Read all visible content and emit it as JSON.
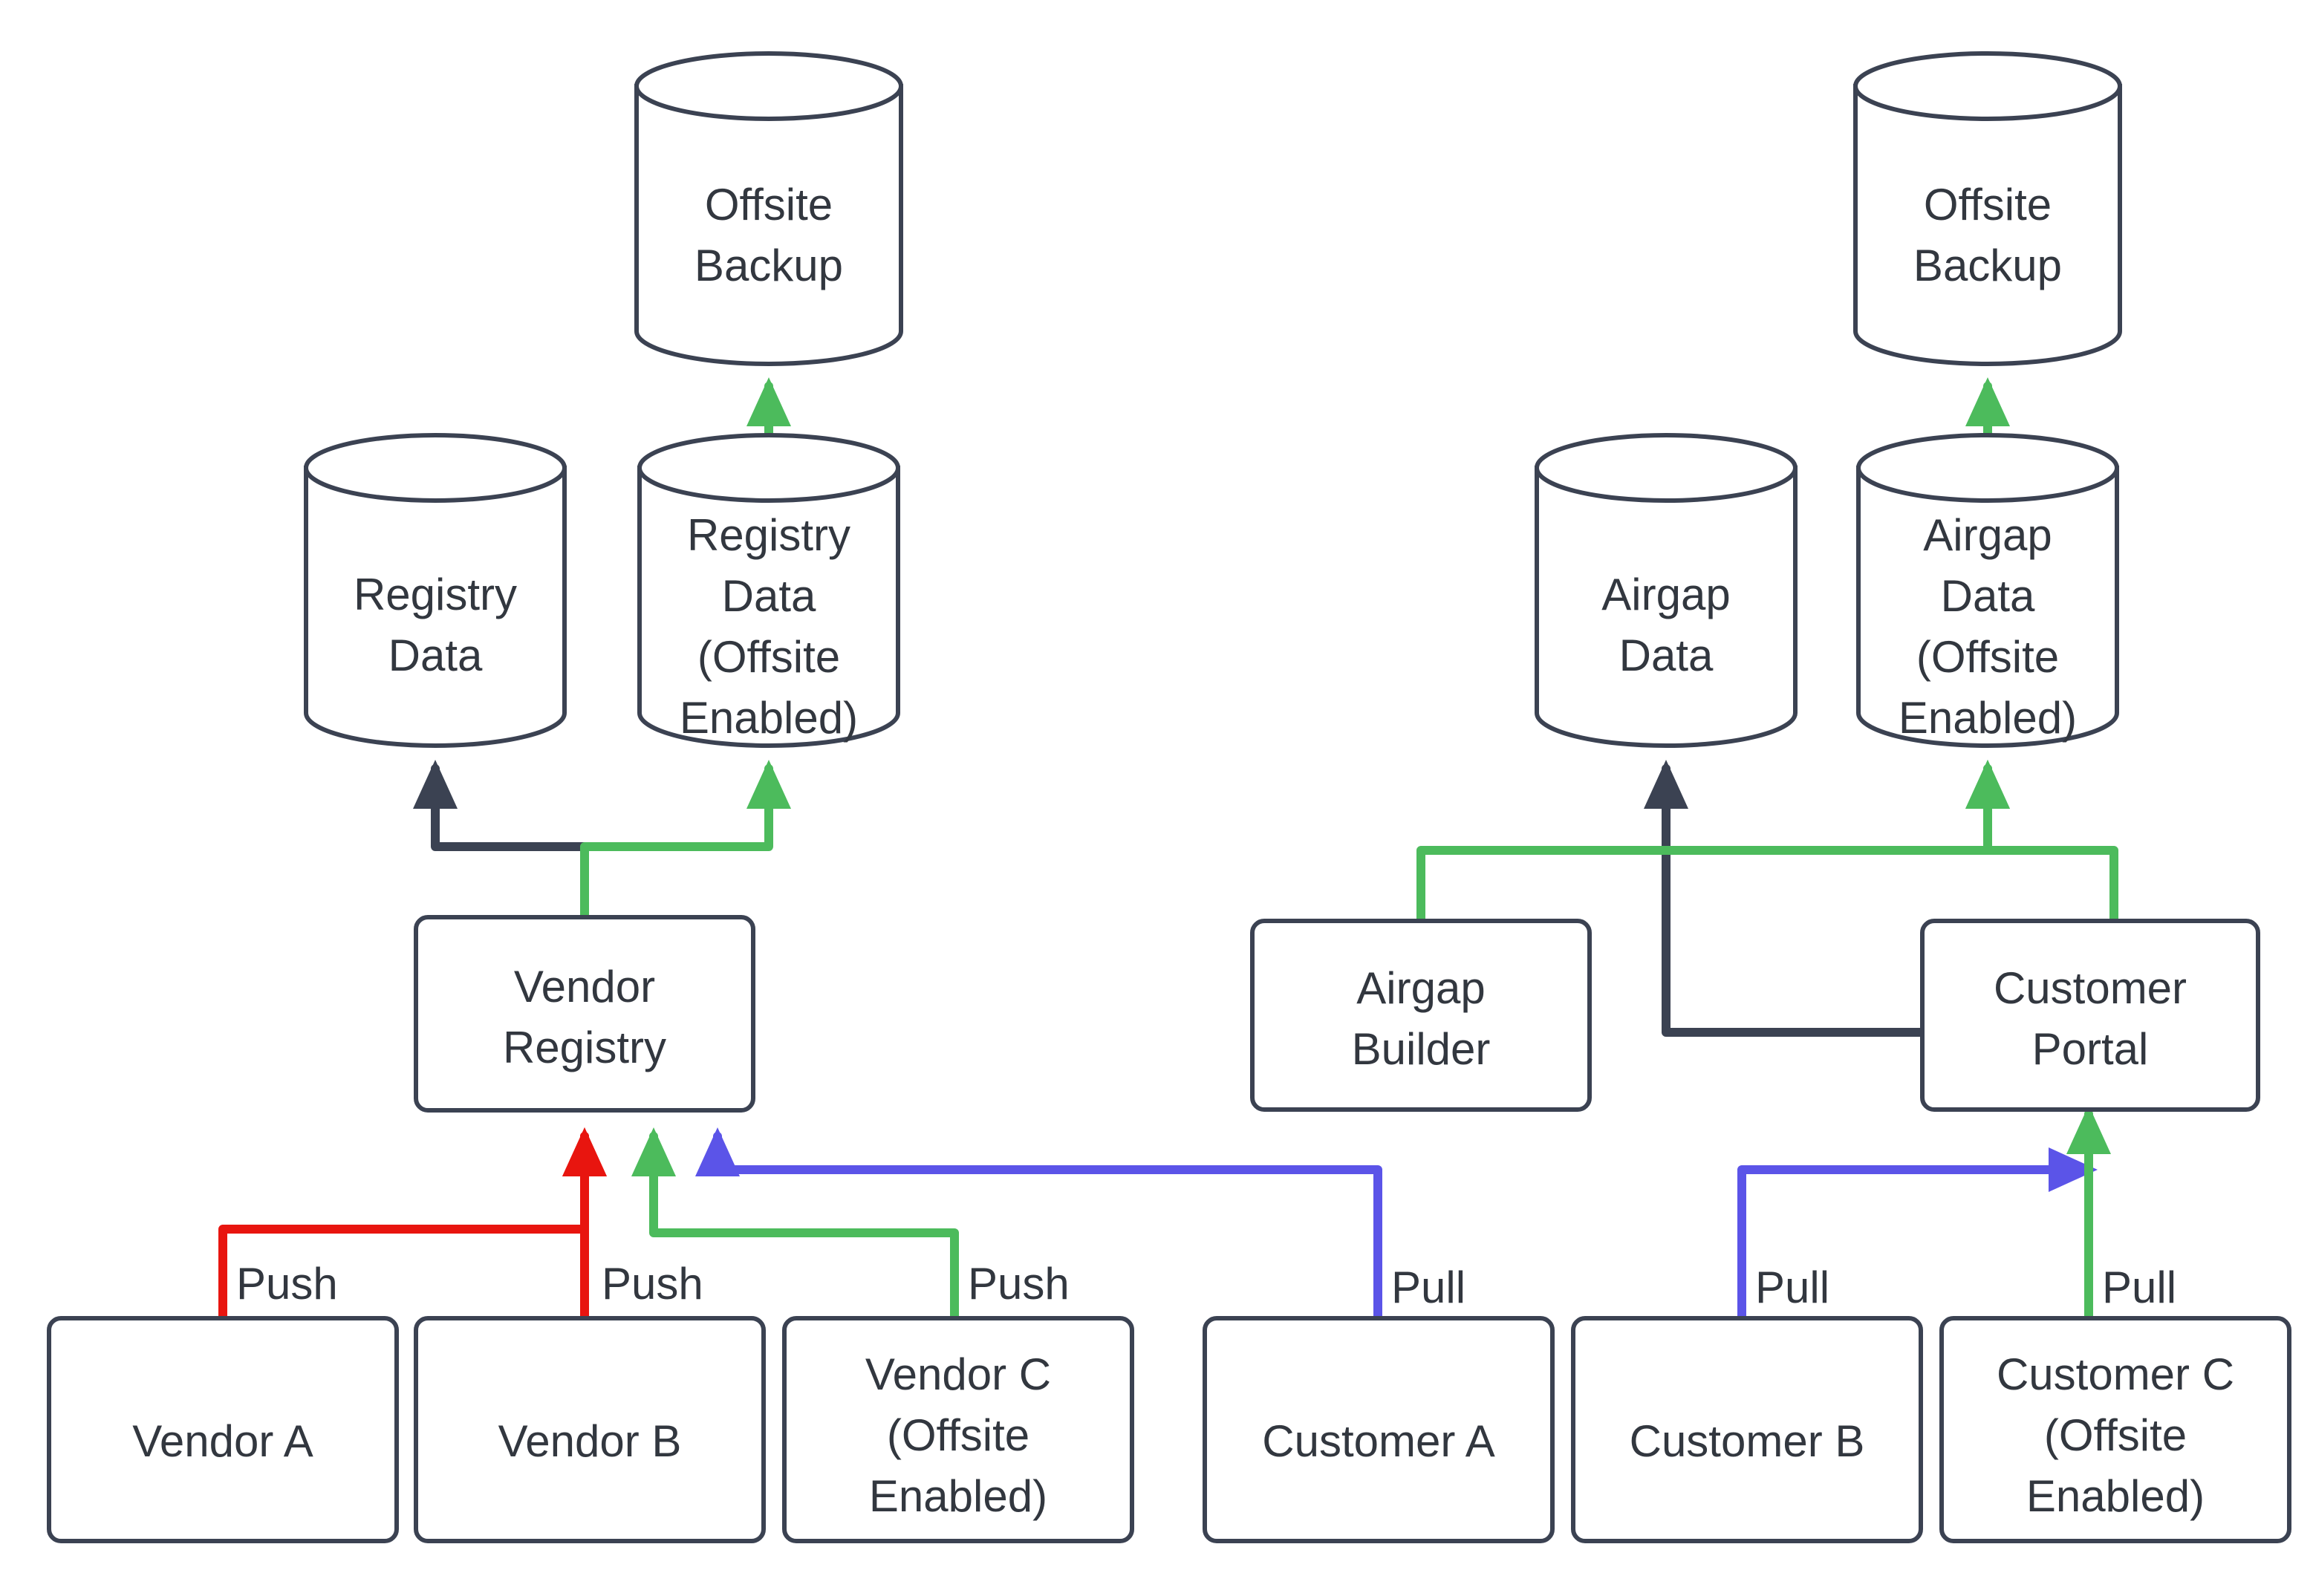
{
  "diagram": {
    "title": "Vendor Registry and Customer Portal Offsite Backup Flow",
    "background": "#ffffff",
    "colors": {
      "stroke_dark": "#3b4252",
      "text": "#32373f",
      "green": "#4CBB5C",
      "red": "#E8150F",
      "blue": "#5B54E8"
    },
    "nodes": {
      "offsite_backup_left": {
        "label_line1": "Offsite",
        "label_line2": "Backup",
        "shape": "cylinder"
      },
      "offsite_backup_right": {
        "label_line1": "Offsite",
        "label_line2": "Backup",
        "shape": "cylinder"
      },
      "registry_data": {
        "label_line1": "Registry",
        "label_line2": "Data",
        "shape": "cylinder"
      },
      "registry_data_offsite": {
        "label_line1": "Registry",
        "label_line2": "Data",
        "label_line3": "(Offsite",
        "label_line4": "Enabled)",
        "shape": "cylinder"
      },
      "airgap_data": {
        "label_line1": "Airgap",
        "label_line2": "Data",
        "shape": "cylinder"
      },
      "airgap_data_offsite": {
        "label_line1": "Airgap",
        "label_line2": "Data",
        "label_line3": "(Offsite",
        "label_line4": "Enabled)",
        "shape": "cylinder"
      },
      "vendor_registry": {
        "label_line1": "Vendor",
        "label_line2": "Registry",
        "shape": "box"
      },
      "airgap_builder": {
        "label_line1": "Airgap",
        "label_line2": "Builder",
        "shape": "box"
      },
      "customer_portal": {
        "label_line1": "Customer",
        "label_line2": "Portal",
        "shape": "box"
      },
      "vendor_a": {
        "label_line1": "Vendor A",
        "shape": "box"
      },
      "vendor_b": {
        "label_line1": "Vendor B",
        "shape": "box"
      },
      "vendor_c": {
        "label_line1": "Vendor C",
        "label_line2": "(Offsite",
        "label_line3": "Enabled)",
        "shape": "box"
      },
      "customer_a": {
        "label_line1": "Customer A",
        "shape": "box"
      },
      "customer_b": {
        "label_line1": "Customer B",
        "shape": "box"
      },
      "customer_c": {
        "label_line1": "Customer C",
        "label_line2": "(Offsite",
        "label_line3": "Enabled)",
        "shape": "box"
      }
    },
    "edge_labels": {
      "vendor_a_push": "Push",
      "vendor_b_push": "Push",
      "vendor_c_push": "Push",
      "customer_a_pull": "Pull",
      "customer_b_pull": "Pull",
      "customer_c_pull": "Pull"
    },
    "edges": [
      {
        "from": "registry_data_offsite",
        "to": "offsite_backup_left",
        "color": "green",
        "label": ""
      },
      {
        "from": "vendor_registry",
        "to": "registry_data",
        "color": "dark",
        "label": ""
      },
      {
        "from": "vendor_registry",
        "to": "registry_data_offsite",
        "color": "green",
        "label": ""
      },
      {
        "from": "vendor_a",
        "to": "vendor_registry",
        "color": "red",
        "label": "Push"
      },
      {
        "from": "vendor_b",
        "to": "vendor_registry",
        "color": "red",
        "label": "Push"
      },
      {
        "from": "vendor_c",
        "to": "vendor_registry",
        "color": "green",
        "label": "Push"
      },
      {
        "from": "airgap_data_offsite",
        "to": "offsite_backup_right",
        "color": "green",
        "label": ""
      },
      {
        "from": "customer_portal",
        "to": "airgap_data",
        "color": "dark",
        "label": ""
      },
      {
        "from": "airgap_builder",
        "to": "airgap_data_offsite",
        "color": "green",
        "label": ""
      },
      {
        "from": "customer_portal",
        "to": "airgap_data_offsite",
        "color": "green",
        "label": ""
      },
      {
        "from": "customer_a",
        "to": "vendor_registry",
        "color": "blue",
        "label": "Pull"
      },
      {
        "from": "customer_b",
        "to": "vendor_registry",
        "color": "blue",
        "label": "Pull"
      },
      {
        "from": "customer_c",
        "to": "customer_portal",
        "color": "green",
        "label": "Pull"
      }
    ]
  }
}
